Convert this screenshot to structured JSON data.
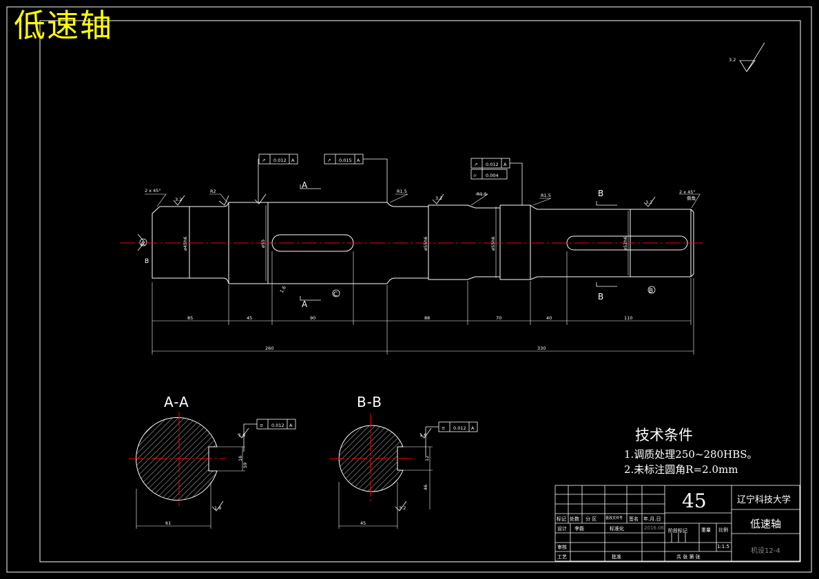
{
  "drawing": {
    "title": "低速轴",
    "colors": {
      "background": "#000000",
      "lines": "#ffffff",
      "centerline": "#ff0000",
      "title": "#ffff00",
      "hatch": "#ffffff"
    },
    "dimensions": {
      "lengths": [
        "85",
        "45",
        "90",
        "88",
        "70",
        "40",
        "110",
        "260",
        "330"
      ],
      "diameters": [
        "ø45h6",
        "ø55",
        "ø55h6",
        "ø55h6",
        "ø52h6"
      ],
      "radii": [
        "R2",
        "R1.5",
        "R1.5",
        "R1.5"
      ],
      "chamfers": [
        "2 x 45°",
        "2 x 45°"
      ],
      "chamfer_note": "倒角",
      "roughness": [
        "3.2",
        "3.2",
        "3.2",
        "3.2",
        "1.6",
        "1.6",
        "1.6",
        "1.6",
        "3.2",
        "3.2"
      ],
      "general_roughness": "3.2",
      "section_labels": [
        "A",
        "A",
        "B",
        "B"
      ],
      "datum_labels": [
        "A",
        "B",
        "C",
        "B"
      ]
    },
    "tolerance_frames": [
      {
        "symbol": "↗",
        "value": "0.012",
        "datum": "A"
      },
      {
        "symbol": "↗",
        "value": "0.015",
        "datum": "A"
      },
      {
        "symbol": "↗",
        "value": "0.012",
        "datum": "A"
      },
      {
        "symbol": "⌭",
        "value": "0.004",
        "datum": ""
      },
      {
        "symbol": "≡",
        "value": "0.012",
        "datum": "A"
      },
      {
        "symbol": "≡",
        "value": "0.012",
        "datum": "A"
      }
    ],
    "sections": [
      {
        "title": "A-A",
        "width_dim": "61",
        "depth_dim": "16",
        "height_dim": "59"
      },
      {
        "title": "B-B",
        "width_dim": "45",
        "depth_dim": "12",
        "height_dim": "46"
      }
    ],
    "tech_requirements": {
      "title": "技术条件",
      "items": [
        "1.调质处理250~280HBS。",
        "2.未标注圆角R=2.0mm"
      ]
    },
    "title_block": {
      "material": "45",
      "university": "辽宁科技大学",
      "part_name": "低速轴",
      "drawing_no": "机设12-4",
      "scale_label": "比例",
      "scale": "1:1.5",
      "weight_label": "重量",
      "stage_label": "阶段标记",
      "sheets_label": "共 张 第 张",
      "labels": [
        "标记",
        "处数",
        "分 区",
        "更改文件号",
        "签名",
        "年.月.日",
        "设计",
        "审核",
        "工艺",
        "标准化",
        "批准"
      ],
      "design_sign": "李磊",
      "date": "2016.06"
    }
  }
}
